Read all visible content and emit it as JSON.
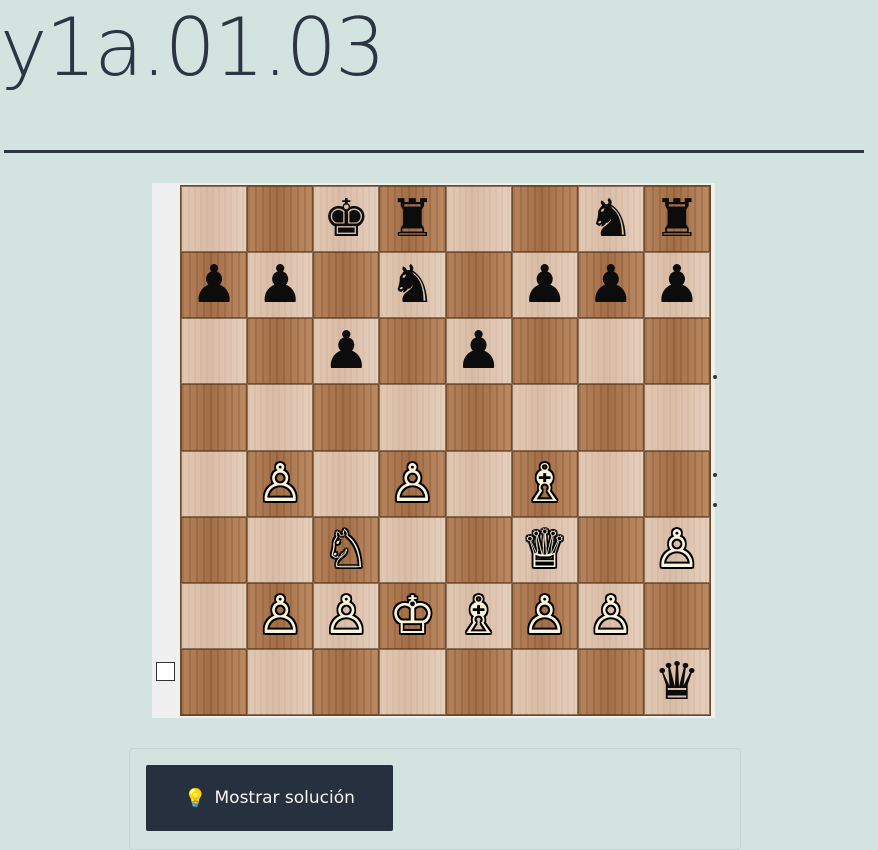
{
  "page": {
    "title": "y1a.01.03"
  },
  "board": {
    "orientation": "white-bottom",
    "ranks": [
      [
        "",
        "",
        "♚",
        "♜",
        "",
        "",
        "♞",
        "♜"
      ],
      [
        "♟",
        "♟",
        "",
        "♞",
        "",
        "♟",
        "♟",
        "♟"
      ],
      [
        "",
        "",
        "♟",
        "",
        "♟",
        "",
        "",
        ""
      ],
      [
        "",
        "",
        "",
        "",
        "",
        "",
        "",
        ""
      ],
      [
        "",
        "♙",
        "",
        "♙",
        "",
        "♗",
        "",
        ""
      ],
      [
        "",
        "",
        "♘",
        "",
        "",
        "♕",
        "",
        "♙"
      ],
      [
        "",
        "♙",
        "♙",
        "♔",
        "♗",
        "♙",
        "♙",
        ""
      ],
      [
        "",
        "",
        "",
        "",
        "",
        "",
        "",
        "♛"
      ]
    ],
    "colors": {
      "light_square": "#e2c9b4",
      "dark_square": "#b5835c"
    }
  },
  "solution": {
    "button_label": "Mostrar solución",
    "icon": "lightbulb-icon"
  },
  "theme": {
    "background": "#d3e3df",
    "accent": "#27303f"
  }
}
